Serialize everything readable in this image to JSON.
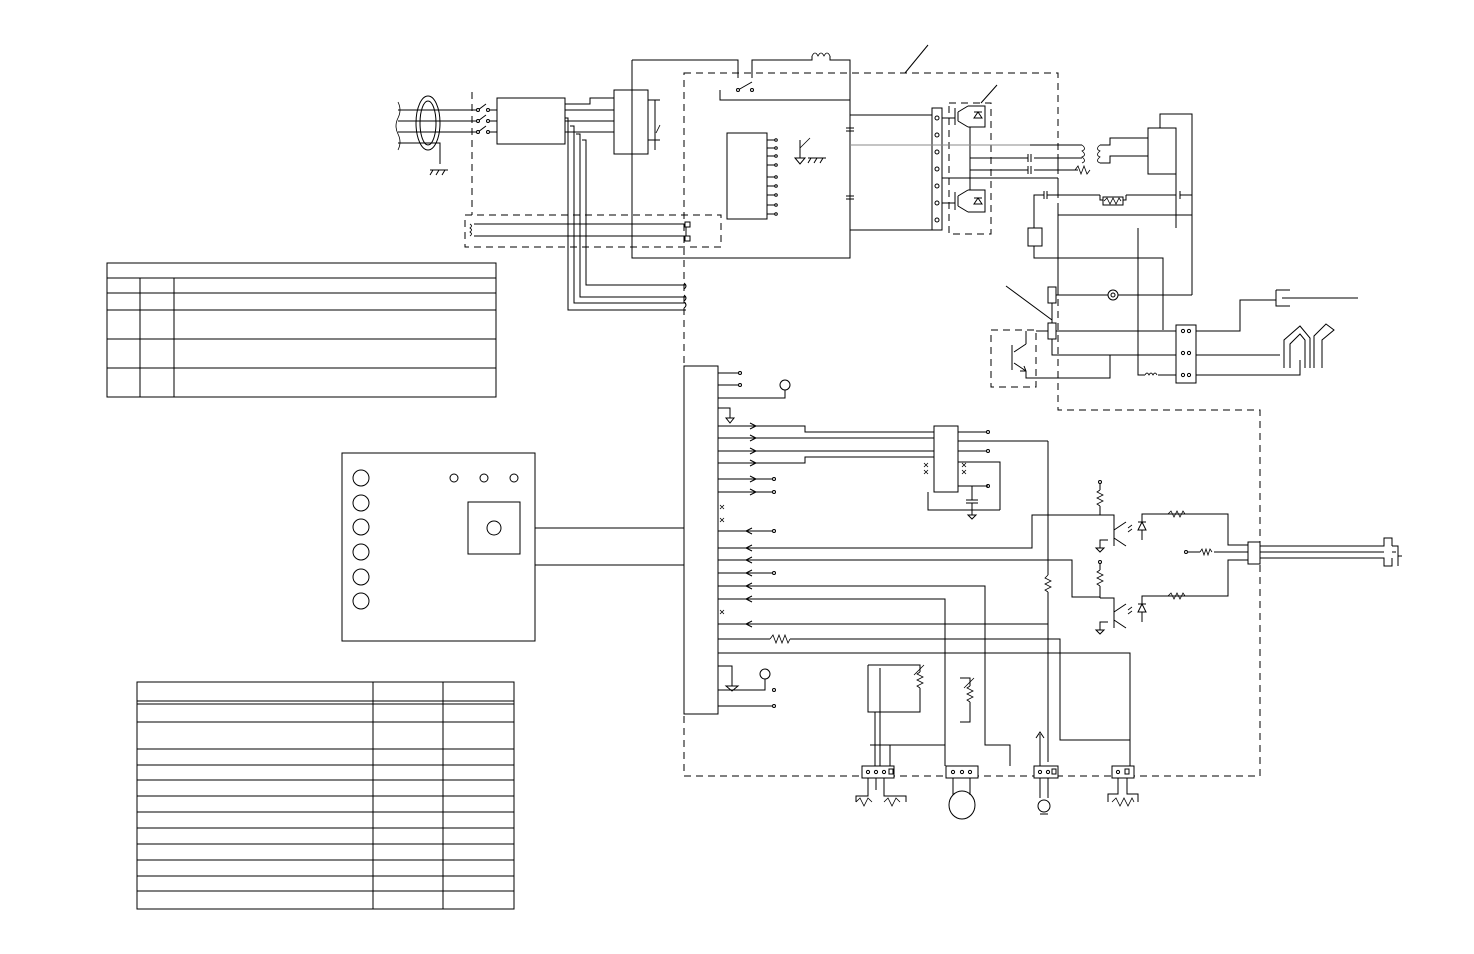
{
  "title": "",
  "figure": {
    "kind": "wiring-diagram",
    "monochrome": true,
    "line_color": "#000000",
    "background": "#ffffff"
  },
  "legend_table": {
    "body_rows": 4,
    "columns": 3
  },
  "parts_table": {
    "body_rows": 12,
    "columns": 3
  },
  "front_panel": {
    "knob_column_count": 6,
    "led_count": 3,
    "display_window": 1
  }
}
